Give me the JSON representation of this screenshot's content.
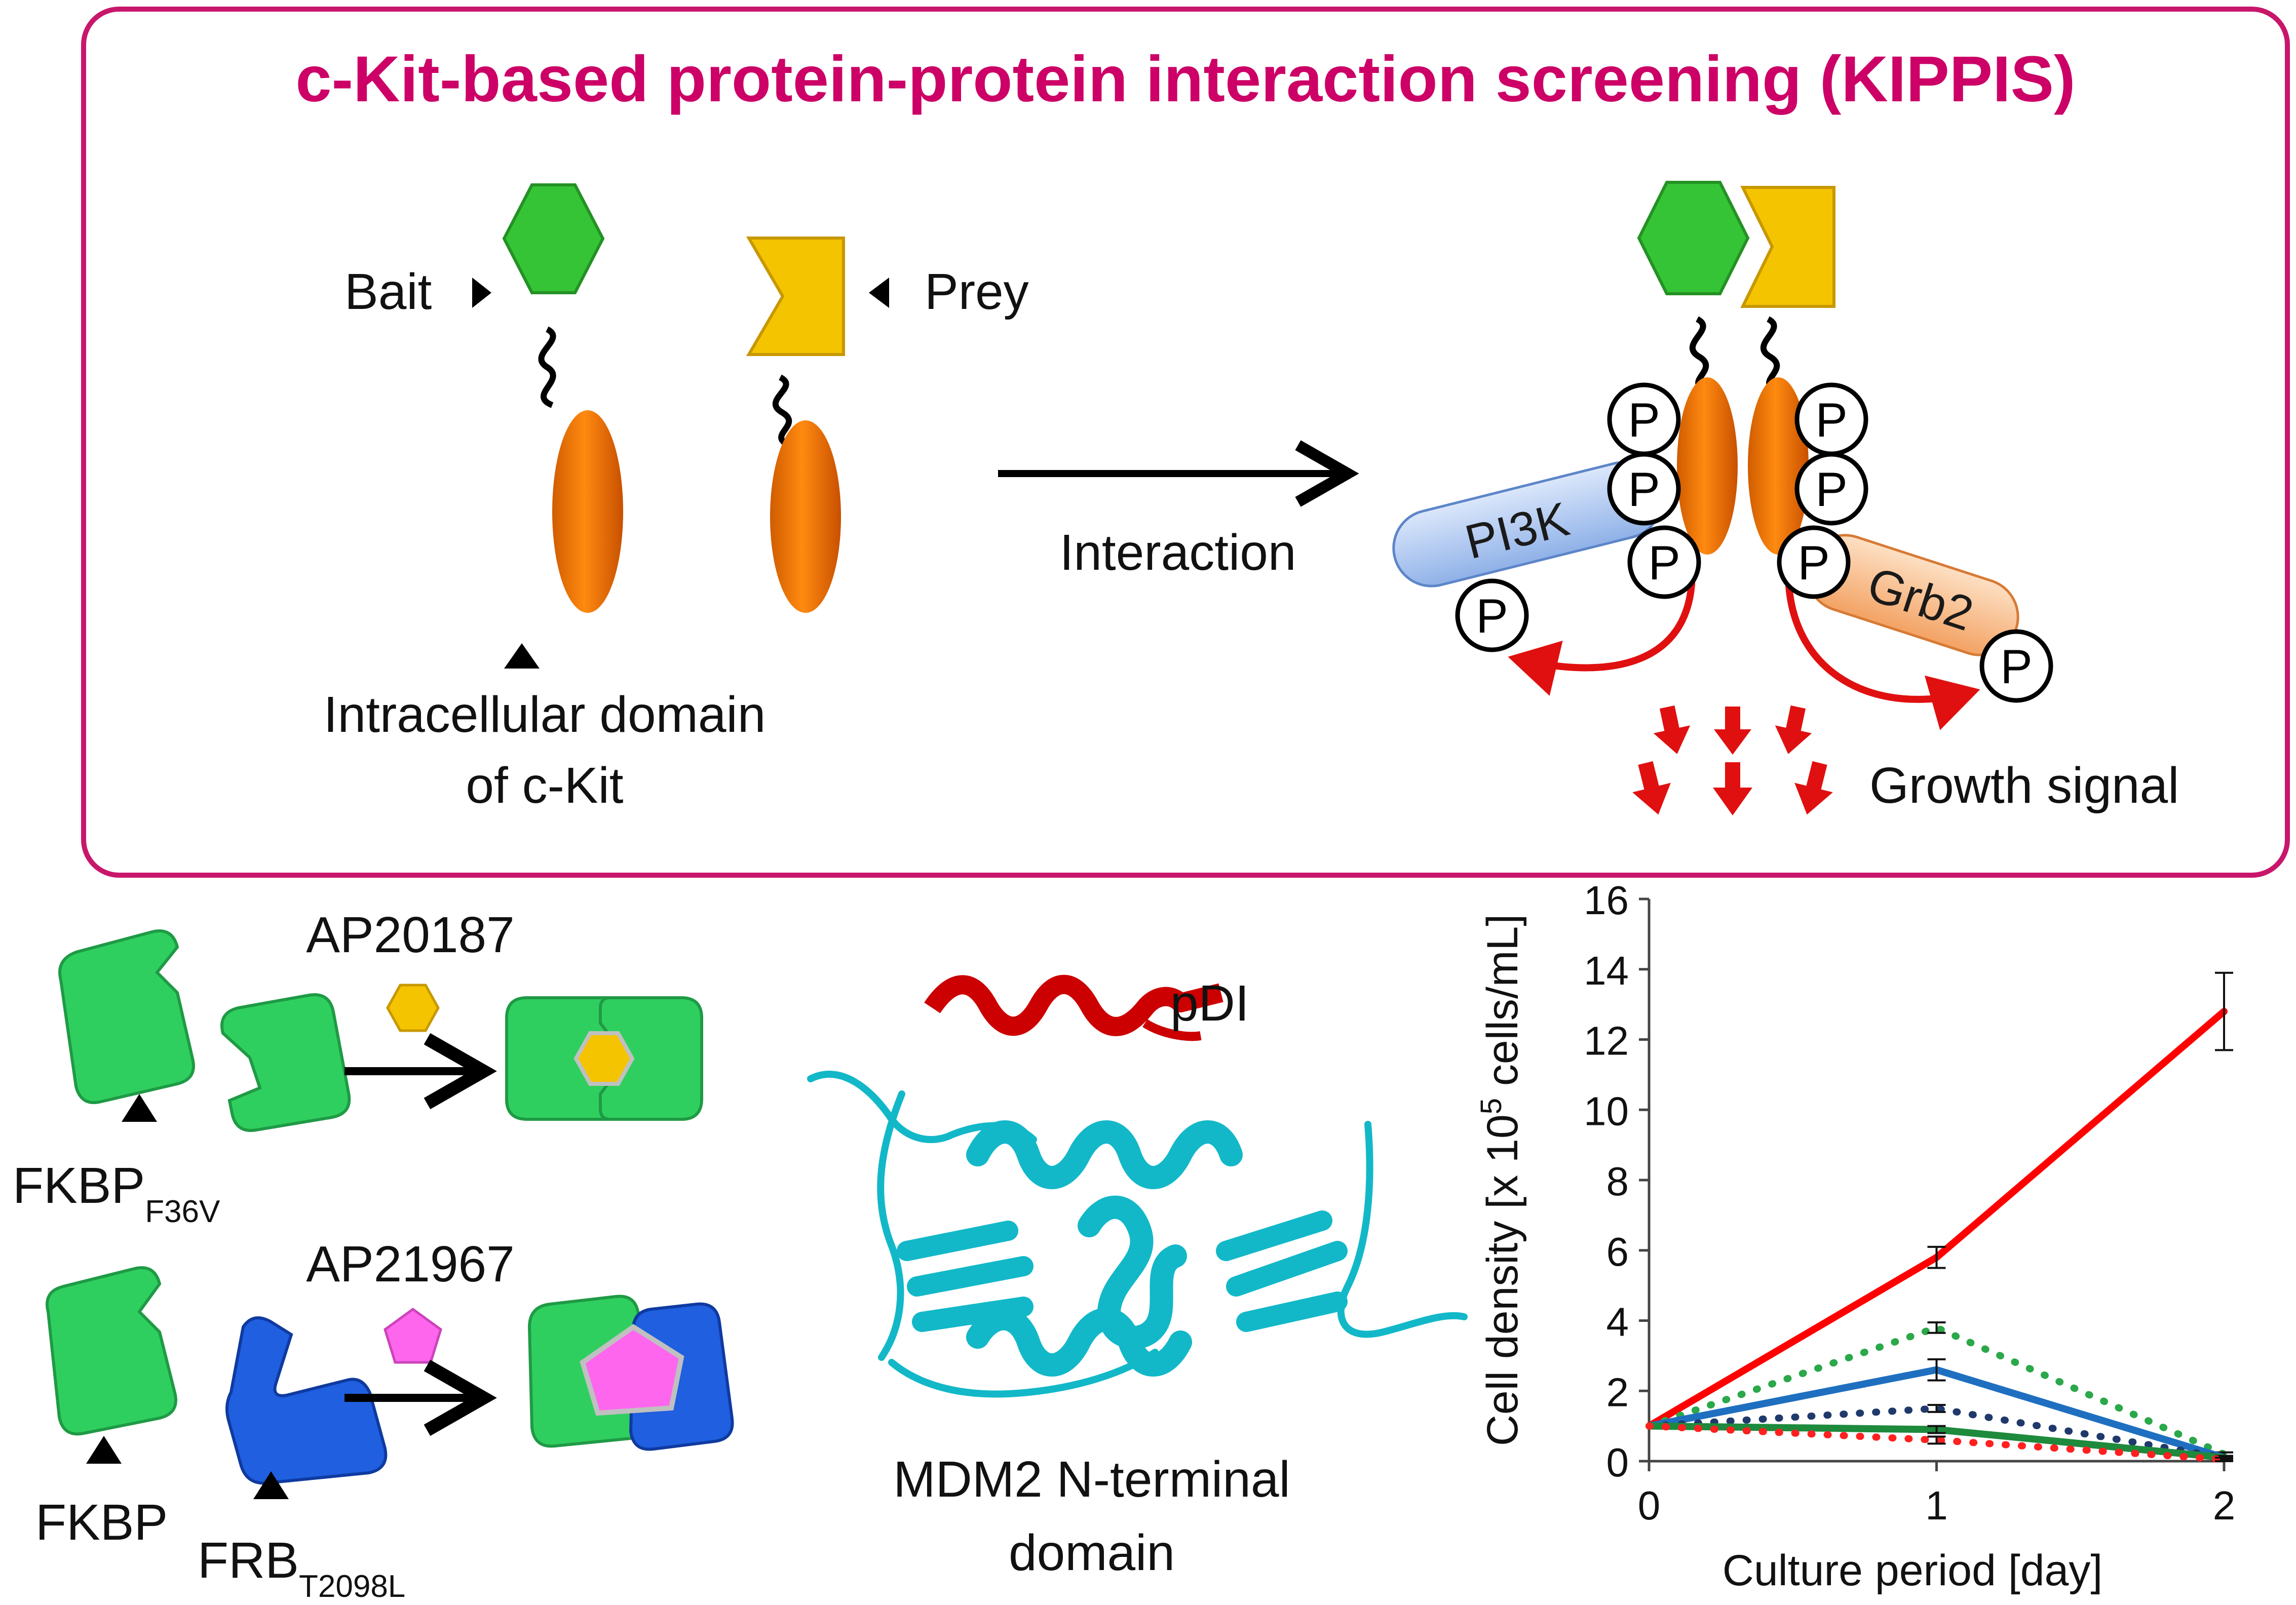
{
  "title": "c-Kit-based protein-protein interaction screening (KIPPIS)",
  "labels": {
    "bait": "Bait",
    "prey": "Prey",
    "intracellular_line1": "Intracellular domain",
    "intracellular_line2": "of c-Kit",
    "interaction": "Interaction",
    "pi3k": "PI3K",
    "grb2": "Grb2",
    "phospho": "P",
    "growth_signal": "Growth signal",
    "ap20187": "AP20187",
    "ap21967": "AP21967",
    "fkbp_f36v_main": "FKBP",
    "fkbp_f36v_sub": "F36V",
    "fkbp": "FKBP",
    "frb_main": "FRB",
    "frb_sub": "T2098L",
    "pdi": "pDI",
    "mdm2_line1": "MDM2 N-terminal",
    "mdm2_line2": "domain"
  },
  "colors": {
    "title": "#cc0066",
    "border": "#c8176b",
    "bait": "#35c435",
    "prey": "#f5c400",
    "ckit": "#f07800",
    "pi3k": "#a8c4ee",
    "grb2": "#f6b57c",
    "arrow_red": "#e01010",
    "fkbp_green": "#2fcf5f",
    "frb_blue": "#1f5fe0",
    "ap21967": "#ff66ee",
    "helix": "#cc0000",
    "mdm2": "#12b8c8"
  },
  "chart_data": {
    "type": "line",
    "xlabel": "Culture period [day]",
    "ylabel_main": "Cell density [x 10",
    "ylabel_sup": "5",
    "ylabel_end": " cells/mL]",
    "x": [
      0,
      1,
      2
    ],
    "xlim": [
      0,
      2
    ],
    "ylim": [
      0,
      16
    ],
    "yticks": [
      0,
      2,
      4,
      6,
      8,
      10,
      12,
      14,
      16
    ],
    "xticks": [
      0,
      1,
      2
    ],
    "series": [
      {
        "color": "#ff0000",
        "style": "solid",
        "values": [
          1.0,
          5.8,
          12.8
        ],
        "errors": [
          0,
          0.3,
          1.1
        ]
      },
      {
        "color": "#2aa84a",
        "style": "dotted",
        "values": [
          1.0,
          3.8,
          0.2
        ],
        "errors": [
          0,
          0.15,
          0.05
        ]
      },
      {
        "color": "#1f6fc0",
        "style": "solid",
        "values": [
          1.0,
          2.6,
          0.1
        ],
        "errors": [
          0,
          0.3,
          0.05
        ]
      },
      {
        "color": "#1f3a6a",
        "style": "dotted",
        "values": [
          1.0,
          1.5,
          0.1
        ],
        "errors": [
          0,
          0.1,
          0.05
        ]
      },
      {
        "color": "#1e8a3c",
        "style": "solid",
        "values": [
          1.0,
          0.9,
          0.1
        ],
        "errors": [
          0,
          0.1,
          0.05
        ]
      },
      {
        "color": "#ff2020",
        "style": "dotted",
        "values": [
          1.0,
          0.6,
          0.05
        ],
        "errors": [
          0,
          0.1,
          0.05
        ]
      }
    ]
  }
}
